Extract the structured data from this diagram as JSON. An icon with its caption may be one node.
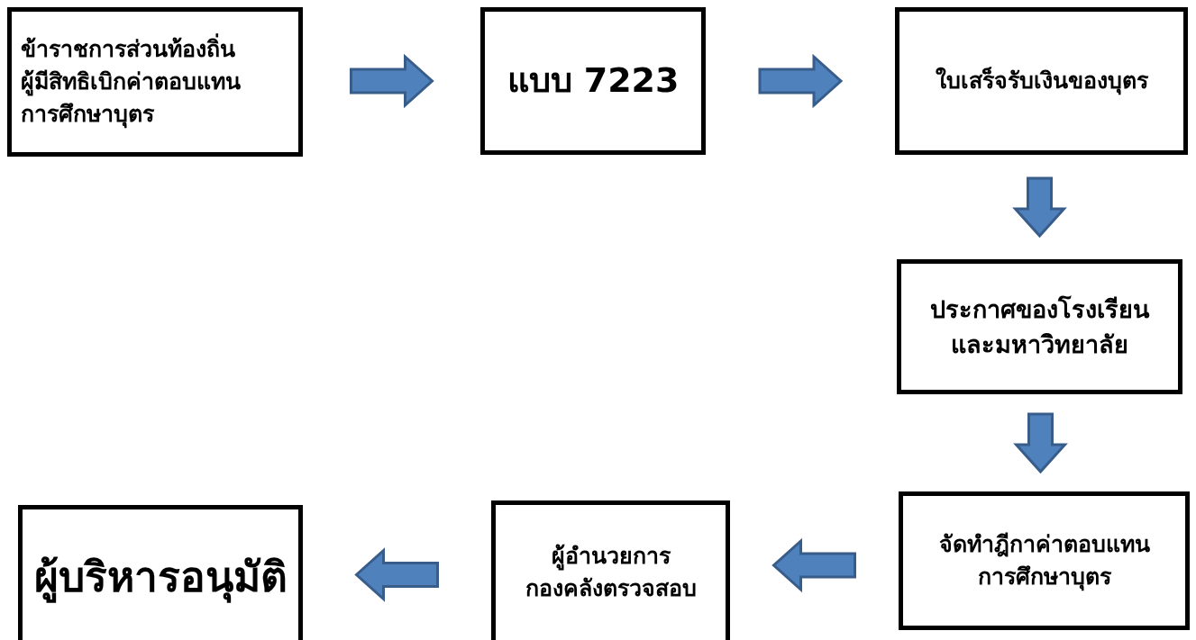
{
  "diagram": {
    "nodes": [
      {
        "text": [
          "ข้าราชการส่วนท้องถิ่นผู้มีสิทธิเบิกค่าตอบแทนการศึกษาบุตร"
        ]
      },
      {
        "text": [
          "แบบ 7223"
        ]
      },
      {
        "text": [
          "ใบเสร็จรับเงินของบุตร"
        ]
      },
      {
        "text": [
          "ประกาศของโรงเรียนและมหาวิทยาลัย"
        ]
      },
      {
        "text": [
          "จัดทำฎีกาค่าตอบแทนการศึกษาบุตร"
        ]
      },
      {
        "text": [
          "ผู้อำนวยการกองคลังตรวจสอบ"
        ]
      },
      {
        "text": [
          "ผู้บริหารอนุมัติ"
        ]
      }
    ],
    "edges": [
      {
        "from": 0,
        "to": 1,
        "arrow": "to"
      },
      {
        "from": 1,
        "to": 2,
        "arrow": "to"
      },
      {
        "from": 2,
        "to": 3,
        "arrow": "to"
      },
      {
        "from": 3,
        "to": 4,
        "arrow": "to"
      },
      {
        "from": 4,
        "to": 5,
        "arrow": "to"
      },
      {
        "from": 5,
        "to": 6,
        "arrow": "to"
      }
    ]
  }
}
